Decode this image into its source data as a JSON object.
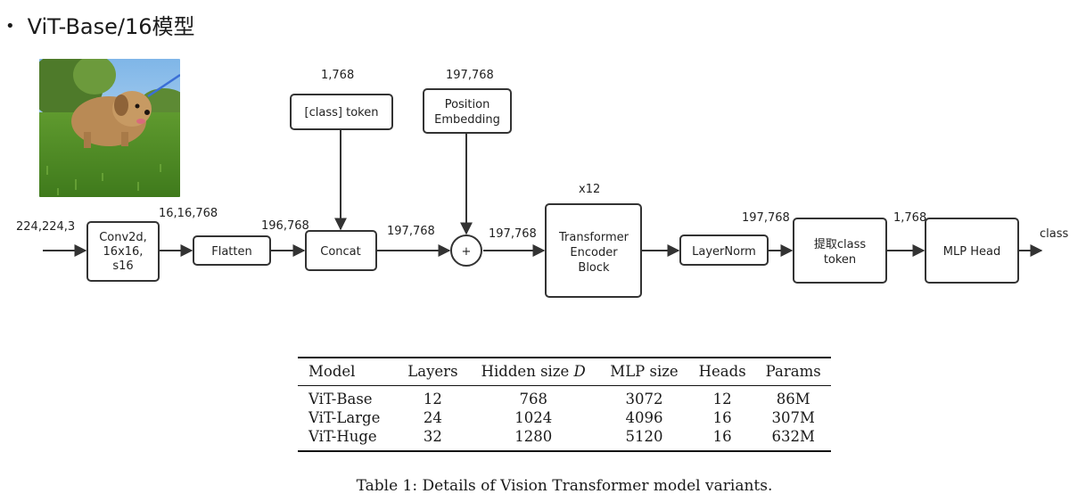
{
  "header": {
    "bullet": "•",
    "title": "ViT-Base/16模型"
  },
  "diagram": {
    "input_dim": "224,224,3",
    "conv_out_dim": "16,16,768",
    "flatten_out_dim": "196,768",
    "class_token_dim": "1,768",
    "pos_embed_dim": "197,768",
    "concat_out_dim": "197,768",
    "add_out_dim": "197,768",
    "repeat": "x12",
    "layernorm_out_dim": "197,768",
    "extract_out_dim": "1,768",
    "output_label": "class",
    "plus_symbol": "+",
    "conv": [
      "Conv2d,",
      "16x16,",
      "s16"
    ],
    "flatten": "Flatten",
    "concat": "Concat",
    "class_token": "[class] token",
    "pos_embed": [
      "Position",
      "Embedding"
    ],
    "encoder": [
      "Transformer",
      "Encoder",
      "Block"
    ],
    "layernorm": "LayerNorm",
    "extract": [
      "提取class",
      "token"
    ],
    "mlp_head": "MLP Head"
  },
  "table": {
    "headers": [
      "Model",
      "Layers",
      "Hidden size",
      "D",
      "MLP size",
      "Heads",
      "Params"
    ],
    "rows": [
      [
        "ViT-Base",
        "12",
        "768",
        "3072",
        "12",
        "86M"
      ],
      [
        "ViT-Large",
        "24",
        "1024",
        "4096",
        "16",
        "307M"
      ],
      [
        "ViT-Huge",
        "32",
        "1280",
        "5120",
        "16",
        "632M"
      ]
    ],
    "caption": "Table 1: Details of Vision Transformer model variants."
  },
  "colors": {
    "stroke": "#333333",
    "text": "#222222",
    "background": "#ffffff"
  }
}
